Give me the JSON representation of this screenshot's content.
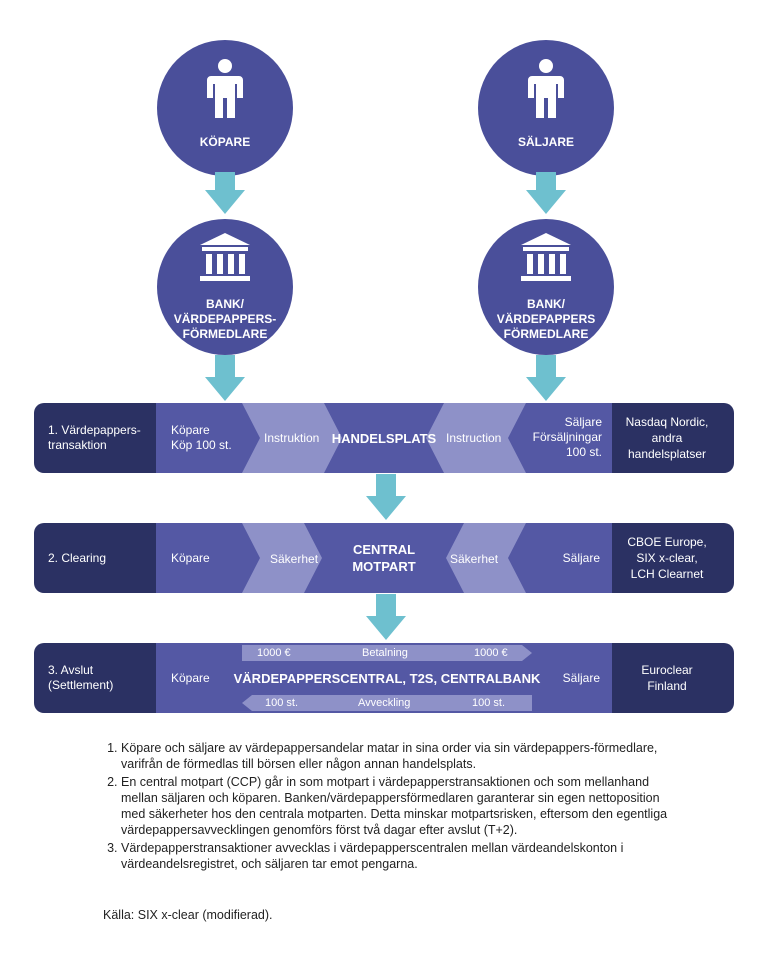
{
  "buyer": {
    "label": "KÖPARE",
    "bank_label": "BANK/\nVÄRDEPAPPERS-\nFÖRMEDLARE"
  },
  "seller": {
    "label": "SÄLJARE",
    "bank_label": "BANK/\nVÄRDEPAPPERS\nFÖRMEDLARE"
  },
  "icons": {
    "person": "person-icon",
    "bank": "bank-building-icon",
    "arrow": "down-arrow"
  },
  "colors": {
    "circle": "#4a4f9a",
    "arrow": "#6ec0cf",
    "band_dark": "#2b3163",
    "band_mid": "#5458a4",
    "band_light": "#8e91c8"
  },
  "bands": {
    "trade": {
      "step": "1. Värdepappers-\ntransaktion",
      "buyer": "Köpare\nKöp 100 st.",
      "left_chevron": "Instruktion",
      "center": "HANDELSPLATS",
      "right_chevron": "Instruction",
      "seller": "Säljare\nFörsäljningar\n100 st.",
      "venue": "Nasdaq Nordic,\nandra\nhandelsplatser"
    },
    "clearing": {
      "step": "2. Clearing",
      "buyer": "Köpare",
      "left_chevron": "Säkerhet",
      "center": "CENTRAL\nMOTPART",
      "right_chevron": "Säkerhet",
      "seller": "Säljare",
      "venue": "CBOE Europe,\nSIX x-clear,\nLCH Clearnet"
    },
    "settlement": {
      "step": "3. Avslut\n(Settlement)",
      "buyer": "Köpare",
      "center": "VÄRDEPAPPERSCENTRAL, T2S, CENTRALBANK",
      "seller": "Säljare",
      "venue": "Euroclear\nFinland",
      "payment": {
        "left": "1000 €",
        "label": "Betalning",
        "right": "1000 €"
      },
      "delivery": {
        "left": "100 st.",
        "label": "Avveckling",
        "right": "100 st."
      }
    }
  },
  "notes": [
    "Köpare och säljare av värdepappersandelar matar in sina order via sin värdepappers-förmedlare, varifrån de förmedlas till börsen eller någon annan handelsplats.",
    "En central motpart (CCP) går in som motpart i värdepapperstransaktionen och som mellanhand mellan säljaren och köparen. Banken/värdepappersförmedlaren garanterar sin egen nettoposition med säkerheter hos den centrala motparten. Detta minskar motpartsrisken, eftersom den egentliga värdepappersavvecklingen genomförs först två dagar efter avslut (T+2).",
    "Värdepapperstransaktioner avvecklas i värdepapperscentralen mellan värdeandelskonton i värdeandelsregistret, och säljaren tar emot pengarna."
  ],
  "source": "Källa: SIX x-clear (modifierad)."
}
